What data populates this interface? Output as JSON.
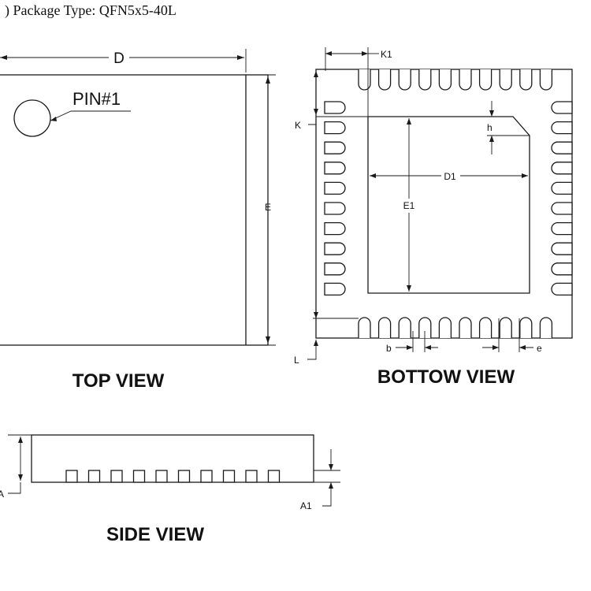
{
  "caption": ") Package Type: QFN5x5-40L",
  "top_view": {
    "title": "TOP VIEW",
    "pin1_label": "PIN#1",
    "dim_d": "D",
    "dim_e": "E"
  },
  "bottom_view": {
    "title": "BOTTOW VIEW",
    "dim_k1": "K1",
    "dim_k": "K",
    "dim_h": "h",
    "dim_d1": "D1",
    "dim_e1": "E1",
    "dim_l": "L",
    "dim_b": "b",
    "dim_e": "e"
  },
  "side_view": {
    "title": "SIDE VIEW",
    "dim_a": "A",
    "dim_a1": "A1"
  }
}
